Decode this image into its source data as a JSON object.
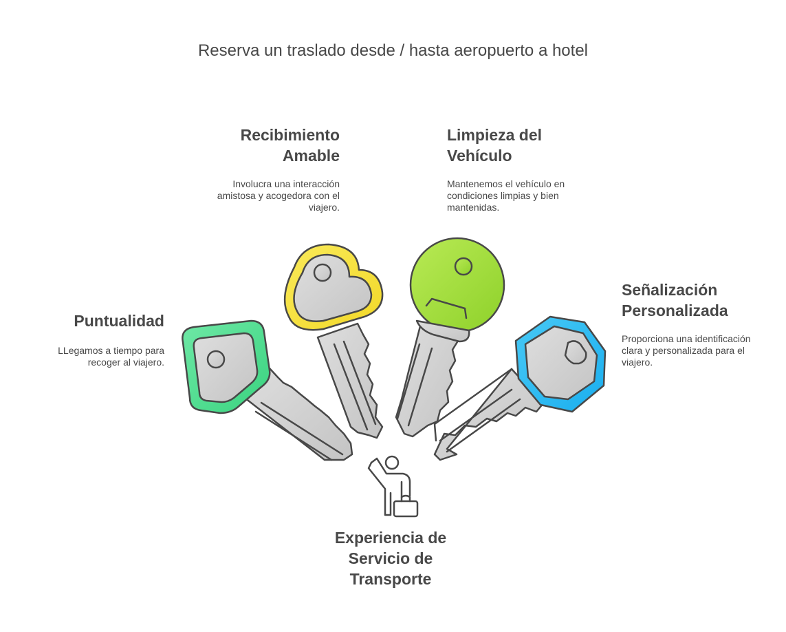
{
  "title": "Reserva un traslado desde / hasta aeropuerto a hotel",
  "items": {
    "recibimiento": {
      "heading": "Recibimiento\nAmable",
      "description": "Involucra una interacción amistosa y acogedora con el viajero.",
      "color": "#F7E23C"
    },
    "limpieza": {
      "heading": "Limpieza del\nVehículo",
      "description": "Mantenemos el vehículo en condiciones limpias y bien mantenidas.",
      "color": "#9FD92E"
    },
    "puntualidad": {
      "heading": "Puntualidad",
      "description": "LLegamos a tiempo para recoger al viajero.",
      "color": "#4ED98E"
    },
    "senalizacion": {
      "heading": "Señalización\nPersonalizada",
      "description": "Proporciona una identificación clara y personalizada para el viajero.",
      "color": "#2EB8F0"
    }
  },
  "center": {
    "heading": "Experiencia de\nServicio de\nTransporte",
    "icon": "traveler-with-suitcase-icon"
  }
}
